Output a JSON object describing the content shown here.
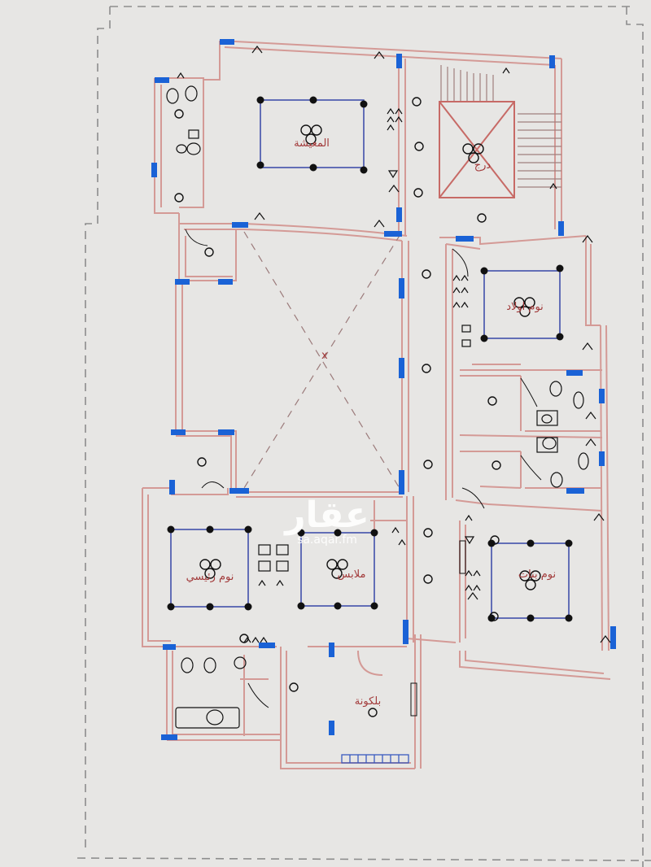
{
  "rooms": {
    "living": "المعيشة",
    "stairs": "درج",
    "boys_bedroom": "نوم اولاد",
    "girls_bedroom": "نوم بنات",
    "master_bedroom": "نوم رئيسي",
    "dressing": "ملابس",
    "balcony": "بلكونة"
  },
  "watermark": {
    "logo": "عقار",
    "site": "sa.aqar.fm"
  },
  "colors": {
    "paper": "#e7e6e4",
    "wall": "#d49a96",
    "window": "#1a62d6",
    "ceiling_frame": "#3747a6",
    "fixture": "#111111",
    "label": "#a23a3a"
  }
}
